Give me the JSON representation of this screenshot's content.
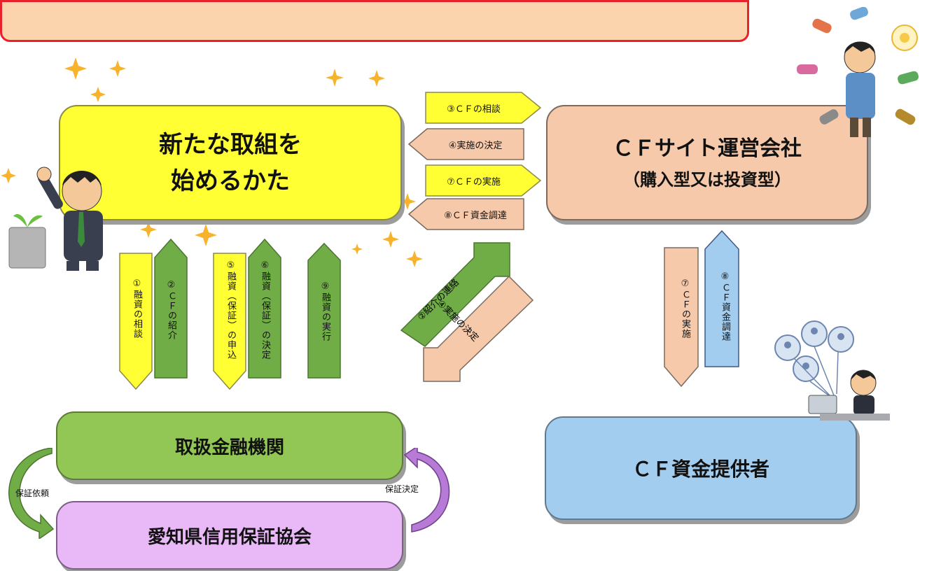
{
  "boxes": {
    "initiator": [
      "新たな取組を",
      "始めるかた"
    ],
    "cf_site": [
      "ＣＦサイト運営会社",
      "（購入型又は投資型）"
    ],
    "bank": "取扱金融機関",
    "guarantee": "愛知県信用保証協会",
    "funders": "ＣＦ資金提供者"
  },
  "h_arrows": [
    {
      "label": "③ＣＦの相談",
      "direction": "right",
      "color": "#ffff33"
    },
    {
      "label": "④実施の決定",
      "direction": "left",
      "color": "#f6c9aa"
    },
    {
      "label": "⑦ＣＦの実施",
      "direction": "right",
      "color": "#ffff33"
    },
    {
      "label": "⑧ＣＦ資金調達",
      "direction": "left",
      "color": "#f6c9aa"
    }
  ],
  "v_arrows_left": [
    {
      "label": "①融資の相談",
      "direction": "down",
      "color": "#ffff33"
    },
    {
      "label": "②ＣＦの紹介",
      "direction": "up",
      "color": "#70ad47"
    },
    {
      "label": "⑤融資（保証）の申込",
      "direction": "down",
      "color": "#ffff33"
    },
    {
      "label": "⑥融資（保証）の決定",
      "direction": "up",
      "color": "#70ad47"
    },
    {
      "label": "⑨融資の実行",
      "direction": "up",
      "color": "#70ad47"
    }
  ],
  "diag_arrows": [
    {
      "label": "②紹介の連絡",
      "direction": "up-right",
      "color": "#70ad47"
    },
    {
      "label": "④実施の決定",
      "direction": "down-left",
      "color": "#f6c9aa"
    }
  ],
  "v_arrows_right": [
    {
      "label": "⑦ＣＦの実施",
      "direction": "down",
      "color": "#f6c9aa"
    },
    {
      "label": "⑧ＣＦ資金調達",
      "direction": "up",
      "color": "#a3cdee"
    }
  ],
  "curve_labels": {
    "left": "保証依頼",
    "right": "保証決定"
  },
  "colors": {
    "yellow": "#ffff33",
    "green": "#70ad47",
    "peach": "#f6c9aa",
    "blue": "#a3cdee",
    "violet": "#e9b8f6",
    "banner_border": "#e8212b"
  },
  "icons": [
    "sparkle-icon",
    "businessman-cheering-icon",
    "plant-pot-icon",
    "presenter-icon",
    "crowd-hands-icon",
    "laptop-user-icon",
    "network-people-icon"
  ]
}
